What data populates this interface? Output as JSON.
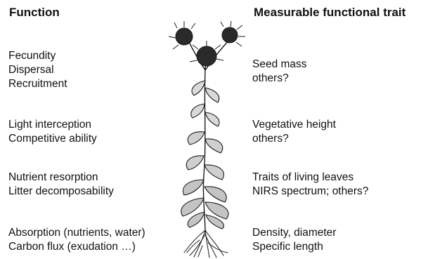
{
  "headers": {
    "function": "Function",
    "trait": "Measurable functional trait"
  },
  "rows": [
    {
      "functions": [
        "Fecundity",
        "Dispersal",
        "Recruitment"
      ],
      "traits": [
        "Seed mass",
        "others?"
      ]
    },
    {
      "functions": [
        "Light interception",
        "Competitive ability"
      ],
      "traits": [
        "Vegetative height",
        "others?"
      ]
    },
    {
      "functions": [
        "Nutrient resorption",
        "Litter decomposability"
      ],
      "traits": [
        "Traits of living leaves",
        "NIRS spectrum; others?"
      ]
    },
    {
      "functions": [
        "Absorption (nutrients, water)",
        "Carbon flux (exudation …)"
      ],
      "traits": [
        "Density, diameter",
        "Specific length"
      ]
    }
  ],
  "illustration": {
    "subject": "plant-drawing",
    "color": "#1a1a1a"
  }
}
